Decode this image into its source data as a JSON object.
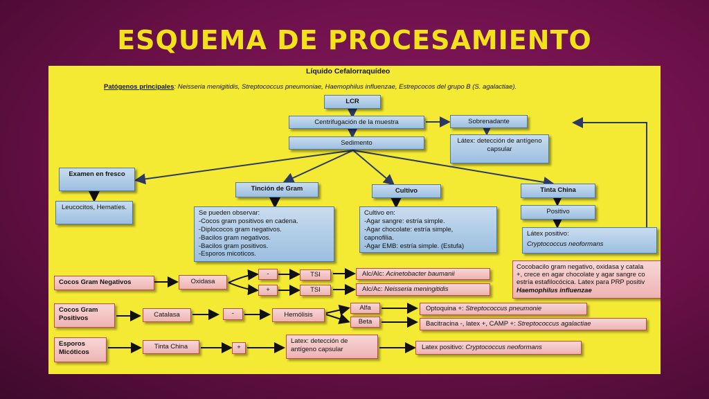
{
  "slide_title": "ESQUEMA DE PROCESAMIENTO",
  "diagram": {
    "heading": "Líquido Cefalorraquídeo",
    "pathogens": {
      "label": "Patógenos principales",
      "text": ": Neisseria menigitidis, Streptococcus pneumoniae, Haemophilus influenzae, Estrepcocos del grupo B (S. agalactiae)."
    },
    "lcr": "LCR",
    "centrifugacion": "Centrifugación de la muestra",
    "sobrenadante": "Sobrenadante",
    "latex_capsular": "Látex: detección de antígeno capsular",
    "sedimento": "Sedimento",
    "examen_fresco": "Examen en fresco",
    "leucocitos": "Leucocitos, Hematíes.",
    "tincion_gram": "Tinción de Gram",
    "gram_lines": [
      "Se pueden observar:",
      "-Cocos gram positivos en cadena.",
      "-Diplococos gram negativos.",
      "-Bacilos gram negativos.",
      "-Bacilos gram positivos.",
      "-Esporos micoticos."
    ],
    "cultivo": "Cultivo",
    "cultivo_lines": [
      "Cultivo en:",
      "-Agar sangre: estría simple.",
      "-Agar chocolate: estría simple,",
      "capnofilia.",
      "-Agar EMB: estría simple. (Estufa)"
    ],
    "tinta_china": "Tinta China",
    "positivo": "Positivo",
    "latex_positivo": "Látex positivo:",
    "cryptococcus": "Cryptococcus neoformans",
    "cocos_neg": "Cocos Gram Negativos",
    "oxidasa": "Oxidasa",
    "minus": "-",
    "plus": "+",
    "tsi": "TSI",
    "alc_alc_label": "Alc/Alc: ",
    "acinetobacter": "Acinetobacter baumanii",
    "alc_ac_label": "Alc/Ac: ",
    "neisseria": "Neisseria meningitidis",
    "cocobacilo_lines": [
      "Cocobacilo gram negativo, oxidasa y catala",
      "+, crece en agar chocolate y agar sangre co",
      "estría estafilocócica. Latex para PRP positiv"
    ],
    "haemophilus": "Haemophilus influenzae",
    "cocos_pos": "Cocos Gram Positivos",
    "catalasa": "Catalasa",
    "hemolisis": "Hemólisis",
    "alfa": "Alfa",
    "beta": "Beta",
    "optoquina_label": "Optoquina +: ",
    "strep_pneumonie": "Streptococcus pneumonie",
    "bacitracina_label": "Bacitracina -, latex +, CAMP +: ",
    "strep_agalactiae": "Streptococcus agalactiae",
    "esporos": "Esporos Micóticos",
    "tinta_china_2": "Tinta China",
    "latex_capsular_2": "Latex: detección de antígeno capsular",
    "latex_positivo_2": "Latex positivo: ",
    "cryptococcus_2": "Cryptococcus neoformans"
  }
}
